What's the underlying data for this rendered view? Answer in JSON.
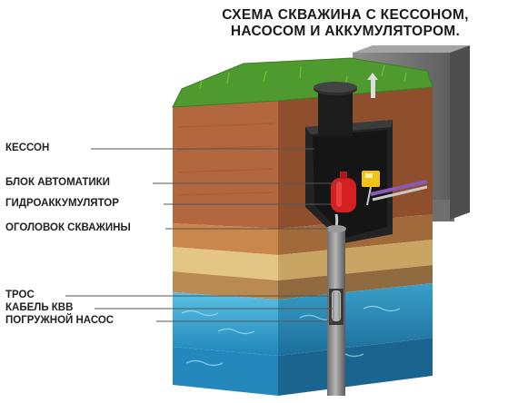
{
  "title": {
    "line1": "СХЕМА СКВАЖИНА С КЕССОНОМ,",
    "line2": "НАСОСОМ И АККУМУЛЯТОРОМ."
  },
  "labels": {
    "caisson": "КЕССОН",
    "automation": "БЛОК АВТОМАТИКИ",
    "accumulator": "ГИДРОАККУМУЛЯТОР",
    "wellhead": "ОГОЛОВОК СКВАЖИНЫ",
    "cable_rope": "ТРОС",
    "cable": "КАБЕЛЬ КВВ",
    "pump": "ПОГРУЖНОЙ НАСОС"
  },
  "colors": {
    "grass": "#4f9a2e",
    "clay": "#b3673f",
    "sand": "#e3c585",
    "water": "#3aa6cf",
    "accumulator": "#d42020",
    "automation": "#f0c21b"
  }
}
